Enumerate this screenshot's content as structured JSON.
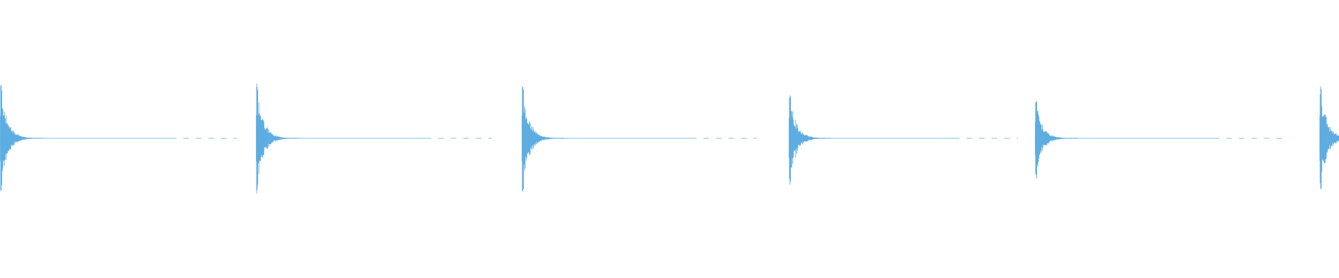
{
  "waveform": {
    "color": "#5dade2",
    "baseline_visible": true,
    "transients": [
      {
        "peak_amplitude": 0.98,
        "decay": "fast"
      },
      {
        "peak_amplitude": 1.0,
        "decay": "fast"
      },
      {
        "peak_amplitude": 1.0,
        "decay": "fast"
      },
      {
        "peak_amplitude": 0.86,
        "decay": "fast"
      },
      {
        "peak_amplitude": 0.72,
        "decay": "fast"
      },
      {
        "peak_amplitude": 0.98,
        "decay": "fast",
        "partially_visible": true
      }
    ]
  }
}
